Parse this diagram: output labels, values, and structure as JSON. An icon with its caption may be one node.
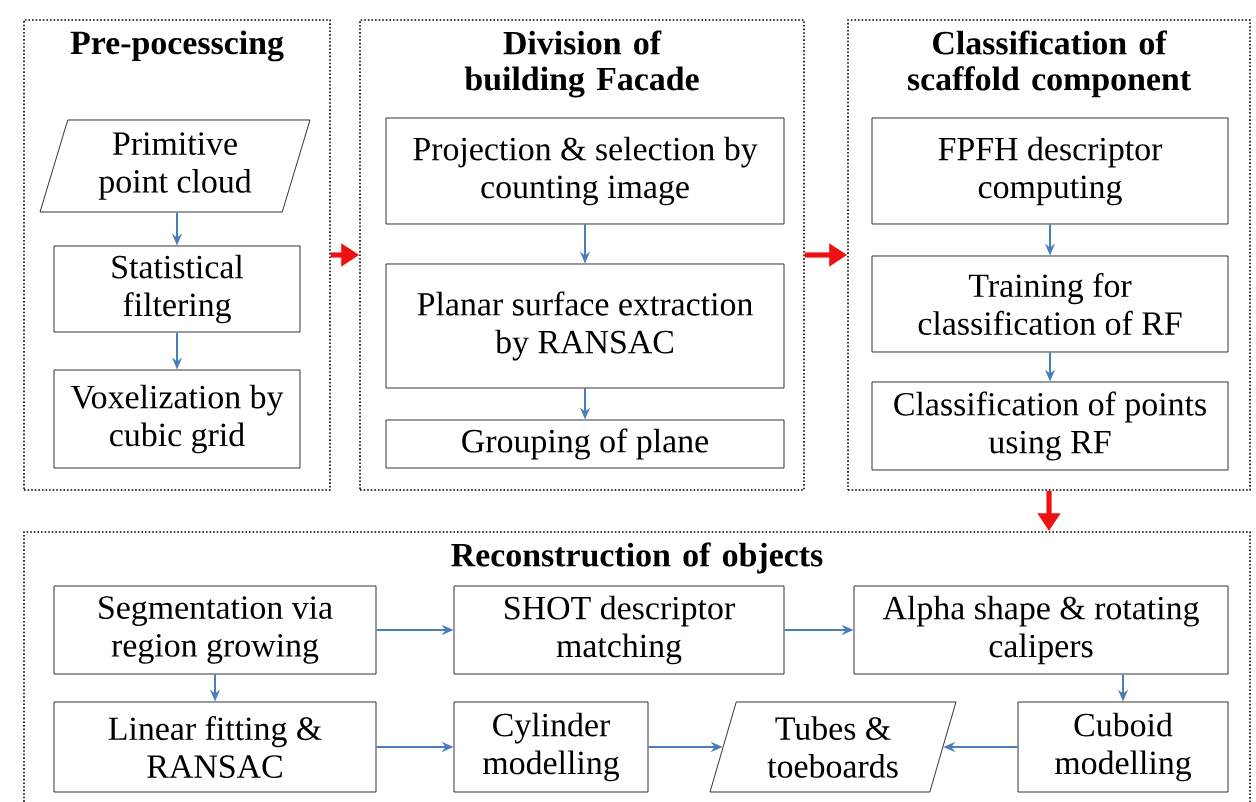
{
  "diagram": {
    "nodes": [
      {
        "text": [
          "Pre-pocesscing"
        ]
      },
      {
        "text": [
          "Primitive point cloud"
        ],
        "in": 0
      },
      {
        "text": [
          "Statistical filtering"
        ],
        "in": 0
      },
      {
        "text": [
          "Voxelization by cubic grid"
        ],
        "in": 0
      },
      {
        "text": [
          "Division of building Facade"
        ]
      },
      {
        "text": [
          "Projection & selection by counting image"
        ],
        "in": 4
      },
      {
        "text": [
          "Planar surface extraction by RANSAC"
        ],
        "in": 4
      },
      {
        "text": [
          "Grouping of plane"
        ],
        "in": 4
      },
      {
        "text": [
          "Classification of scaffold component"
        ]
      },
      {
        "text": [
          "FPFH descriptor computing"
        ],
        "in": 8
      },
      {
        "text": [
          "Training for classification of RF"
        ],
        "in": 8
      },
      {
        "text": [
          "Classification of points using RF"
        ],
        "in": 8
      },
      {
        "text": [
          "Reconstruction of objects"
        ]
      },
      {
        "text": [
          "Segmentation via region growing"
        ],
        "in": 12
      },
      {
        "text": [
          "SHOT descriptor matching"
        ],
        "in": 12
      },
      {
        "text": [
          "Alpha shape & rotating calipers"
        ],
        "in": 12
      },
      {
        "text": [
          "Linear fitting & RANSAC"
        ],
        "in": 12
      },
      {
        "text": [
          "Cylinder modelling"
        ],
        "in": 12
      },
      {
        "text": [
          "Tubes & toeboards"
        ],
        "in": 12
      },
      {
        "text": [
          "Cuboid modelling"
        ],
        "in": 12
      }
    ],
    "edges": [
      {
        "from": 1,
        "to": 2,
        "arrow": "to"
      },
      {
        "from": 2,
        "to": 3,
        "arrow": "to"
      },
      {
        "from": 5,
        "to": 6,
        "arrow": "to"
      },
      {
        "from": 6,
        "to": 7,
        "arrow": "to"
      },
      {
        "from": 9,
        "to": 10,
        "arrow": "to"
      },
      {
        "from": 10,
        "to": 11,
        "arrow": "to"
      },
      {
        "from": 13,
        "to": 14,
        "arrow": "to"
      },
      {
        "from": 14,
        "to": 15,
        "arrow": "to"
      },
      {
        "from": 13,
        "to": 16,
        "arrow": "to"
      },
      {
        "from": 15,
        "to": 19,
        "arrow": "to"
      },
      {
        "from": 16,
        "to": 17,
        "arrow": "to"
      },
      {
        "from": 17,
        "to": 18,
        "arrow": "to"
      },
      {
        "from": 19,
        "to": 18,
        "arrow": "to"
      },
      {
        "from": 0,
        "to": 4,
        "arrow": "to",
        "style": "thick",
        "color": "#ee1111"
      },
      {
        "from": 4,
        "to": 8,
        "arrow": "to",
        "style": "thick",
        "color": "#ee1111"
      },
      {
        "from": 8,
        "to": 12,
        "arrow": "to",
        "style": "thick",
        "color": "#ee1111"
      }
    ]
  }
}
